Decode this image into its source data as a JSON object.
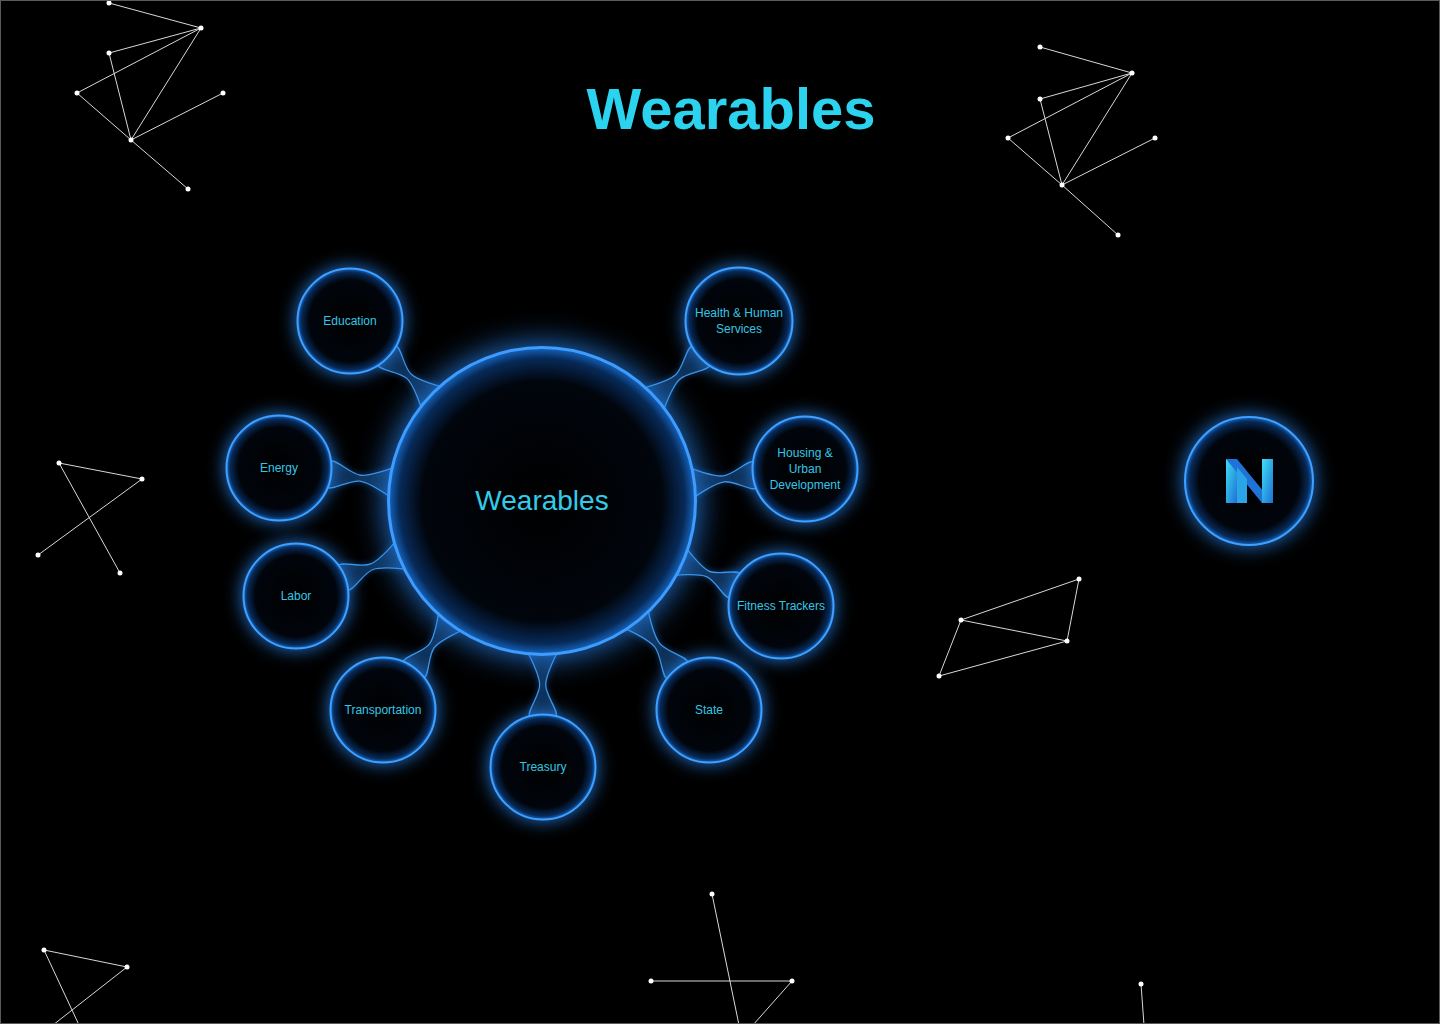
{
  "diagram": {
    "title": "Wearables",
    "nodes": [
      {
        "text": [
          "Wearables"
        ]
      },
      {
        "text": [
          "Education"
        ]
      },
      {
        "text": [
          "Health & Human Services"
        ]
      },
      {
        "text": [
          "Energy"
        ]
      },
      {
        "text": [
          "Housing & Urban Development"
        ]
      },
      {
        "text": [
          "Labor"
        ]
      },
      {
        "text": [
          "Fitness Trackers"
        ]
      },
      {
        "text": [
          "Transportation"
        ]
      },
      {
        "text": [
          "State"
        ]
      },
      {
        "text": [
          "Treasury"
        ]
      }
    ],
    "edges": [
      {
        "from": 0,
        "to": 1,
        "arrow": "none"
      },
      {
        "from": 0,
        "to": 2,
        "arrow": "none"
      },
      {
        "from": 0,
        "to": 3,
        "arrow": "none"
      },
      {
        "from": 0,
        "to": 4,
        "arrow": "none"
      },
      {
        "from": 0,
        "to": 5,
        "arrow": "none"
      },
      {
        "from": 0,
        "to": 6,
        "arrow": "none"
      },
      {
        "from": 0,
        "to": 7,
        "arrow": "none"
      },
      {
        "from": 0,
        "to": 8,
        "arrow": "none"
      },
      {
        "from": 0,
        "to": 9,
        "arrow": "none"
      }
    ]
  }
}
